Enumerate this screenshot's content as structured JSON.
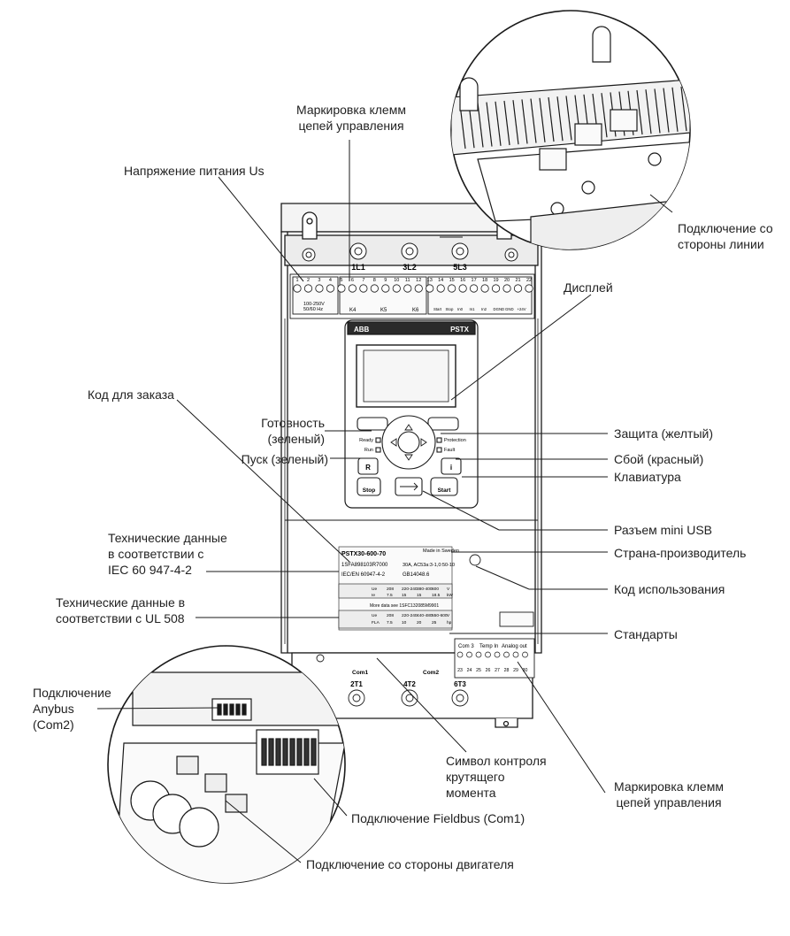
{
  "callouts": {
    "control_marking_top": "Маркировка клемм\nцепей управления",
    "supply_voltage": "Напряжение питания Us",
    "line_connection": "Подключение со\nстороны линии",
    "display": "Дисплей",
    "order_code": "Код для заказа",
    "ready": "Готовность\n(зеленый)",
    "run": "Пуск (зеленый)",
    "protection": "Защита (желтый)",
    "fault": "Сбой (красный)",
    "keypad": "Клавиатура",
    "mini_usb": "Разъем mini USB",
    "country": "Страна-производитель",
    "usage_code": "Код использования",
    "iec_data": "Технические данные\nв соответствии с\nIEC 60 947-4-2",
    "ul_data": "Технические данные в\nсоответствии с UL 508",
    "standards": "Стандарты",
    "anybus": "Подключение\nAnybus\n(Com2)",
    "torque_symbol": "Символ контроля\nкрутящего\nмомента",
    "control_marking_bottom": "Маркировка клемм\nцепей управления",
    "fieldbus": "Подключение Fieldbus (Com1)",
    "motor_connection": "Подключение со стороны двигателя"
  },
  "device": {
    "brand": "ABB",
    "model": "PSTX",
    "line_terminals": [
      "1L1",
      "3L2",
      "5L3"
    ],
    "motor_terminals": [
      "2T1",
      "4T2",
      "6T3"
    ],
    "top_terminal_numbers": [
      "1",
      "2",
      "3",
      "4",
      "5",
      "6",
      "7",
      "8",
      "9",
      "10",
      "11",
      "12",
      "13",
      "14",
      "15",
      "16",
      "17",
      "18",
      "19",
      "20",
      "21",
      "22"
    ],
    "supply_text": "100-250V\n50/60 Hz",
    "relay_labels": [
      "K4",
      "K5",
      "K6"
    ],
    "io_labels": [
      "Start",
      "Stop",
      "In0",
      "In1",
      "In2",
      "DGND",
      "GND",
      "+24V"
    ],
    "keypad": {
      "ready": "Ready",
      "run": "Run",
      "protection": "Protection",
      "fault": "Fault",
      "stop": "Stop",
      "start": "Start",
      "reset": "R",
      "info": "i"
    },
    "rating_plate": {
      "type": "PSTX30-600-70",
      "made_in": "Made in Sweden",
      "order_code": "1SFA898103R7000",
      "rating": "30A, AC53a:3-1,0:50-10",
      "iec_standard": "IEC/EN 60947-4-2",
      "gb_standard": "GB14048.6",
      "ul_note": "More data see 1SFC132085M9901",
      "iec_row": [
        "Ue",
        "208",
        "220-240",
        "380-400",
        "600",
        "V"
      ],
      "iec_row2": [
        "Ie",
        "7.5",
        "15",
        "15",
        "18.5",
        "kW"
      ],
      "ul_row": [
        "Ue",
        "208",
        "220-240",
        "440-480",
        "550-600",
        "V"
      ],
      "ul_row2": [
        "FLA",
        "7.5",
        "10",
        "20",
        "25",
        "hp"
      ]
    },
    "bottom_terminals": {
      "com3": "Com 3",
      "temp_in": "Temp In",
      "analog_out": "Analog out",
      "numbers": [
        "23",
        "24",
        "25",
        "26",
        "27",
        "28",
        "29",
        "30"
      ]
    },
    "com1": "Com1",
    "com2": "Com2"
  }
}
